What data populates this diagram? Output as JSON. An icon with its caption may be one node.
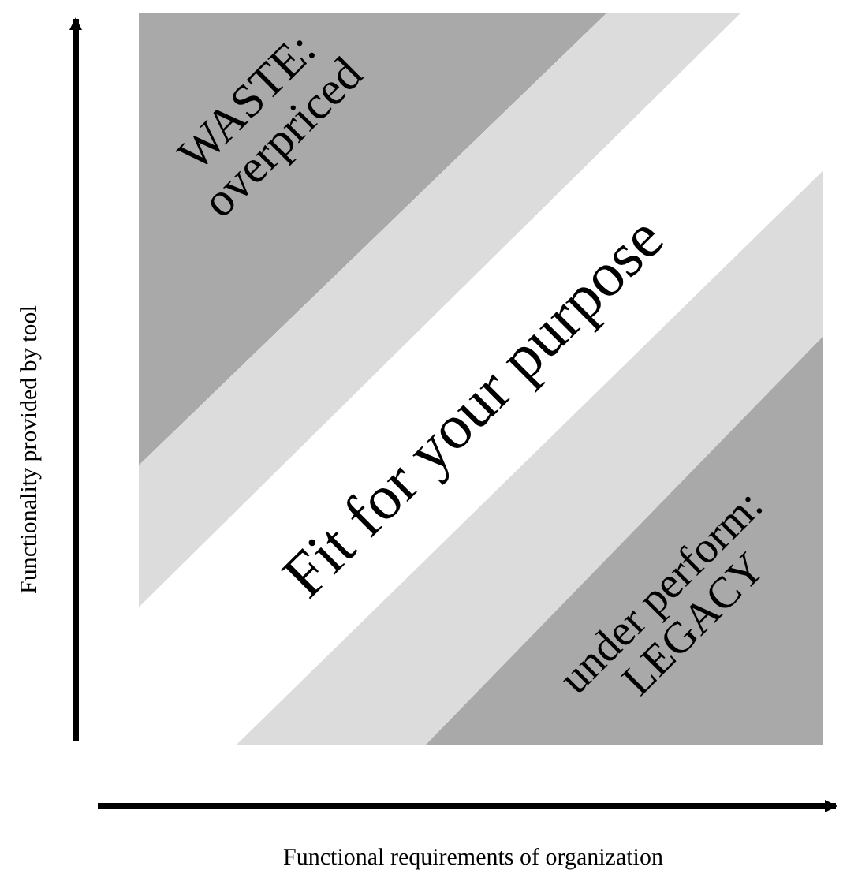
{
  "diagram": {
    "labels": [
      "WASTE: overpriced",
      "Fit for your purpose",
      "under perform: LEGACY",
      "Functionality provided by tool",
      "Functional requirements of organization"
    ]
  }
}
